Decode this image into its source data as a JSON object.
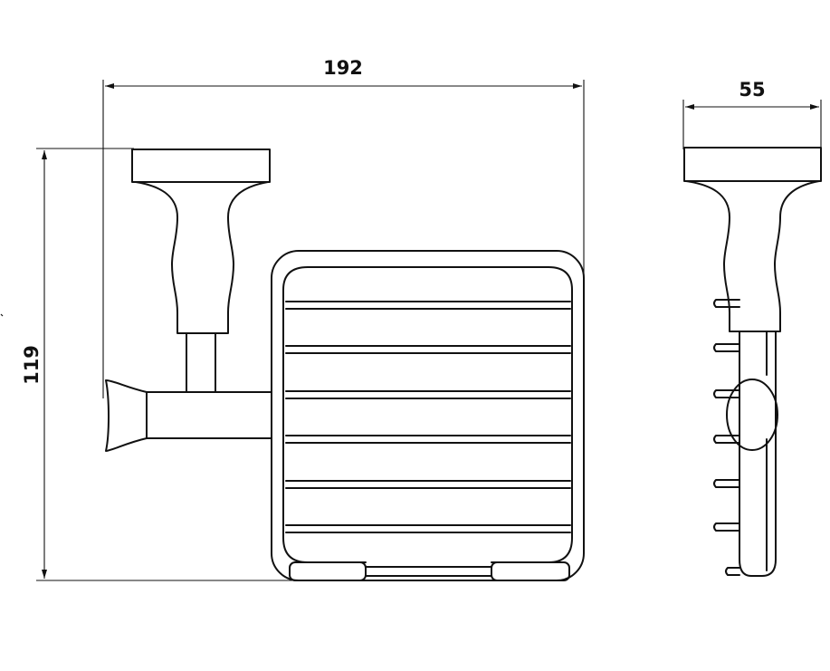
{
  "dimensions": {
    "width_front": "192",
    "height": "119",
    "depth_side": "55"
  }
}
